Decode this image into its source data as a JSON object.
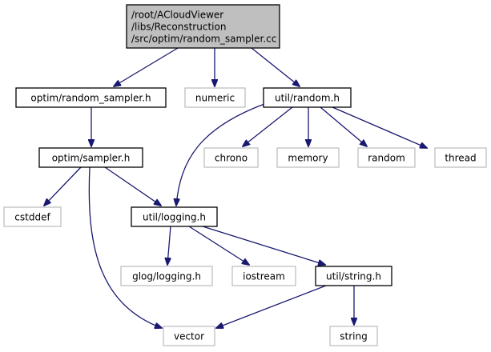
{
  "diagram": {
    "type": "include-dependency-graph",
    "colors": {
      "edge": "#191970",
      "root_fill": "#bfbfbf",
      "documented_border": "#000000",
      "external_border": "#bfbfbf"
    },
    "nodes": [
      {
        "id": "root",
        "lines": [
          "/root/ACloudViewer",
          "/libs/Reconstruction",
          "/src/optim/random_sampler.cc"
        ],
        "kind": "root"
      },
      {
        "id": "random_sampler_h",
        "lines": [
          "optim/random_sampler.h"
        ],
        "kind": "documented"
      },
      {
        "id": "numeric",
        "lines": [
          "numeric"
        ],
        "kind": "external"
      },
      {
        "id": "util_random_h",
        "lines": [
          "util/random.h"
        ],
        "kind": "documented"
      },
      {
        "id": "sampler_h",
        "lines": [
          "optim/sampler.h"
        ],
        "kind": "documented"
      },
      {
        "id": "chrono",
        "lines": [
          "chrono"
        ],
        "kind": "external"
      },
      {
        "id": "memory",
        "lines": [
          "memory"
        ],
        "kind": "external"
      },
      {
        "id": "random",
        "lines": [
          "random"
        ],
        "kind": "external"
      },
      {
        "id": "thread",
        "lines": [
          "thread"
        ],
        "kind": "external"
      },
      {
        "id": "cstddef",
        "lines": [
          "cstddef"
        ],
        "kind": "external"
      },
      {
        "id": "util_logging_h",
        "lines": [
          "util/logging.h"
        ],
        "kind": "documented"
      },
      {
        "id": "glog_logging_h",
        "lines": [
          "glog/logging.h"
        ],
        "kind": "external"
      },
      {
        "id": "iostream",
        "lines": [
          "iostream"
        ],
        "kind": "external"
      },
      {
        "id": "util_string_h",
        "lines": [
          "util/string.h"
        ],
        "kind": "documented"
      },
      {
        "id": "vector",
        "lines": [
          "vector"
        ],
        "kind": "external"
      },
      {
        "id": "string",
        "lines": [
          "string"
        ],
        "kind": "external"
      }
    ],
    "edges": [
      {
        "from": "root",
        "to": "random_sampler_h"
      },
      {
        "from": "root",
        "to": "numeric"
      },
      {
        "from": "root",
        "to": "util_random_h"
      },
      {
        "from": "random_sampler_h",
        "to": "sampler_h"
      },
      {
        "from": "util_random_h",
        "to": "chrono"
      },
      {
        "from": "util_random_h",
        "to": "memory"
      },
      {
        "from": "util_random_h",
        "to": "random"
      },
      {
        "from": "util_random_h",
        "to": "thread"
      },
      {
        "from": "util_random_h",
        "to": "util_logging_h"
      },
      {
        "from": "sampler_h",
        "to": "cstddef"
      },
      {
        "from": "sampler_h",
        "to": "util_logging_h"
      },
      {
        "from": "sampler_h",
        "to": "vector"
      },
      {
        "from": "util_logging_h",
        "to": "glog_logging_h"
      },
      {
        "from": "util_logging_h",
        "to": "iostream"
      },
      {
        "from": "util_logging_h",
        "to": "util_string_h"
      },
      {
        "from": "util_string_h",
        "to": "vector"
      },
      {
        "from": "util_string_h",
        "to": "string"
      }
    ]
  }
}
